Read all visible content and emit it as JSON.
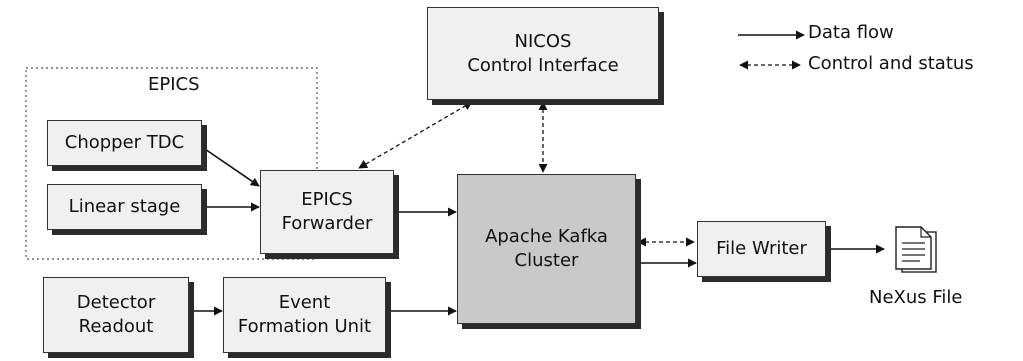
{
  "nodes": {
    "epics_group": "EPICS",
    "chopper_tdc": "Chopper TDC",
    "linear_stage": "Linear stage",
    "epics_forwarder": "EPICS\nForwarder",
    "nicos": "NICOS\nControl Interface",
    "kafka": "Apache Kafka\nCluster",
    "file_writer": "File Writer",
    "detector_readout": "Detector\nReadout",
    "event_formation": "Event\nFormation Unit",
    "nexus_file": "NeXus File"
  },
  "legend": {
    "data_flow": "Data flow",
    "control_status": "Control and status"
  },
  "icons": {
    "file": "document-icon"
  }
}
